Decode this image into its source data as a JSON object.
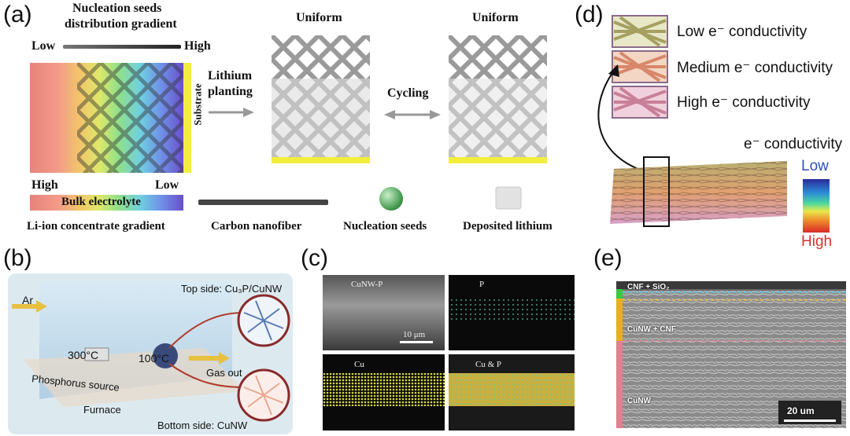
{
  "panel_a": {
    "label": "(a)",
    "seed_title_line1": "Nucleation seeds",
    "seed_title_line2": "distribution gradient",
    "seed_low": "Low",
    "seed_high": "High",
    "uniform_1": "Uniform",
    "uniform_2": "Uniform",
    "arrow_planting_line1": "Lithium",
    "arrow_planting_line2": "planting",
    "arrow_cycling": "Cycling",
    "substrate": "Substrate",
    "grad_high": "High",
    "grad_low": "Low",
    "bulk_electrolyte": "Bulk electrolyte",
    "li_ion_gradient": "Li-ion concentrate gradient",
    "legend_cnf": "Carbon nanofiber",
    "legend_seeds": "Nucleation seeds",
    "legend_lithium": "Deposited lithium"
  },
  "panel_b": {
    "label": "(b)",
    "ar": "Ar",
    "top_side": "Top side: Cu₃P/CuNW",
    "temp_300": "300°C",
    "temp_100": "100°C",
    "gas_out": "Gas out",
    "phosphorus_source": "Phosphorus source",
    "furnace": "Furnace",
    "bottom_side": "Bottom side: CuNW"
  },
  "panel_c": {
    "label": "(c)",
    "img_tl": "CuNW-P",
    "img_tr": "P",
    "img_bl": "Cu",
    "img_br": "Cu & P",
    "scale": "10 μm"
  },
  "panel_d": {
    "label": "(d)",
    "low_e": "Low e⁻ conductivity",
    "medium_e": "Medium e⁻ conductivity",
    "high_e": "High e⁻ conductivity",
    "scale_title": "e⁻ conductivity",
    "scale_low": "Low",
    "scale_high": "High"
  },
  "panel_e": {
    "label": "(e)",
    "layer_top": "CNF + SiO₂",
    "layer_mid": "CuNW + CNF",
    "layer_bot": "CuNW",
    "scale": "20 um"
  }
}
